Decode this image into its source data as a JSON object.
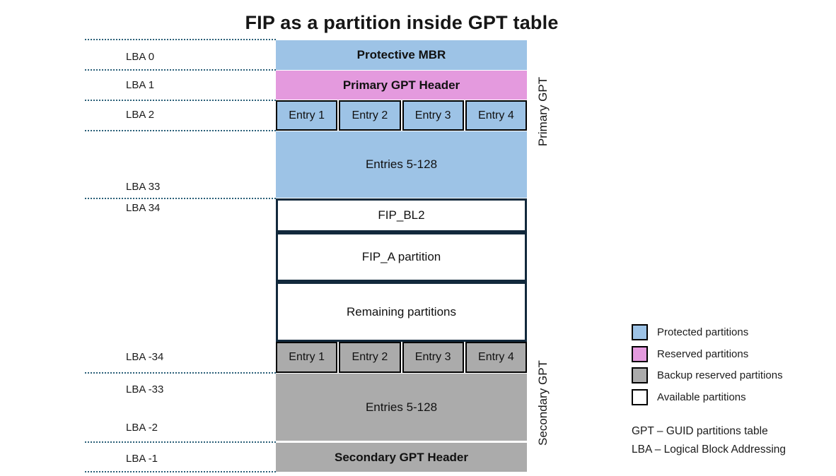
{
  "title": "FIP as a partition inside GPT table",
  "colors": {
    "protected_blue": "#9dc3e6",
    "reserved_pink": "#e49ade",
    "backup_gray": "#ababab",
    "available_white": "#ffffff",
    "block_border_navy": "#12293c",
    "dotted_line_teal": "#2a5f78"
  },
  "diagram": {
    "lba_labels": [
      "LBA 0",
      "LBA 1",
      "LBA 2",
      "LBA 33",
      "LBA 34",
      "LBA -34",
      "LBA -33",
      "LBA -2",
      "LBA -1"
    ],
    "blocks": {
      "protective_mbr": "Protective MBR",
      "primary_gpt_header": "Primary GPT Header",
      "primary_entries": [
        "Entry 1",
        "Entry 2",
        "Entry 3",
        "Entry 4"
      ],
      "primary_entries_rest": "Entries 5-128",
      "fip_bl2": "FIP_BL2",
      "fip_a": "FIP_A partition",
      "remaining": "Remaining partitions",
      "secondary_entries": [
        "Entry 1",
        "Entry 2",
        "Entry 3",
        "Entry 4"
      ],
      "secondary_entries_rest": "Entries 5-128",
      "secondary_gpt_header": "Secondary GPT Header"
    },
    "side_labels": {
      "primary": "Primary GPT",
      "secondary": "Secondary GPT"
    }
  },
  "legend": {
    "items": [
      {
        "label": "Protected partitions",
        "color": "#9dc3e6"
      },
      {
        "label": "Reserved partitions",
        "color": "#e49ade"
      },
      {
        "label": "Backup reserved partitions",
        "color": "#ababab"
      },
      {
        "label": "Available partitions",
        "color": "#ffffff"
      }
    ],
    "definitions": [
      "GPT – GUID partitions table",
      "LBA – Logical Block Addressing"
    ]
  }
}
